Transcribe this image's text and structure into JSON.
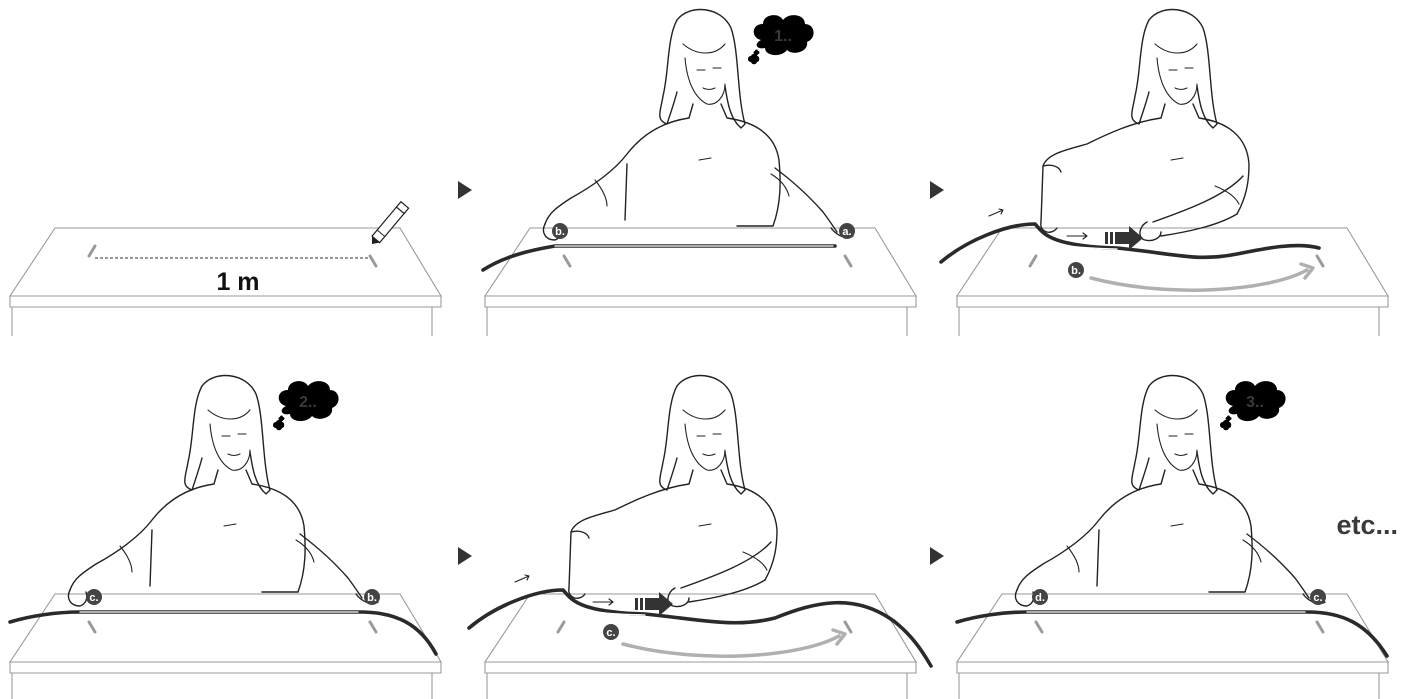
{
  "measure_label": "1 m",
  "continuation_label": "etc...",
  "thoughts": [
    "1..",
    "2..",
    "3.."
  ],
  "badges": {
    "p2_start": "b.",
    "p2_end": "a.",
    "p3_grip": "b.",
    "p4_start": "c.",
    "p4_end": "b.",
    "p5_grip": "c.",
    "p6_start": "d.",
    "p6_end": "c."
  },
  "icons": {
    "step_arrow": "play-triangle",
    "tool": "pencil",
    "direction": "bold-right-arrow"
  },
  "colors": {
    "ink": "#222222",
    "table_stroke": "#9a9a9a",
    "badge_fill": "#444444",
    "move_arc": "#b0b0b0",
    "text": "#3a3a3a"
  }
}
